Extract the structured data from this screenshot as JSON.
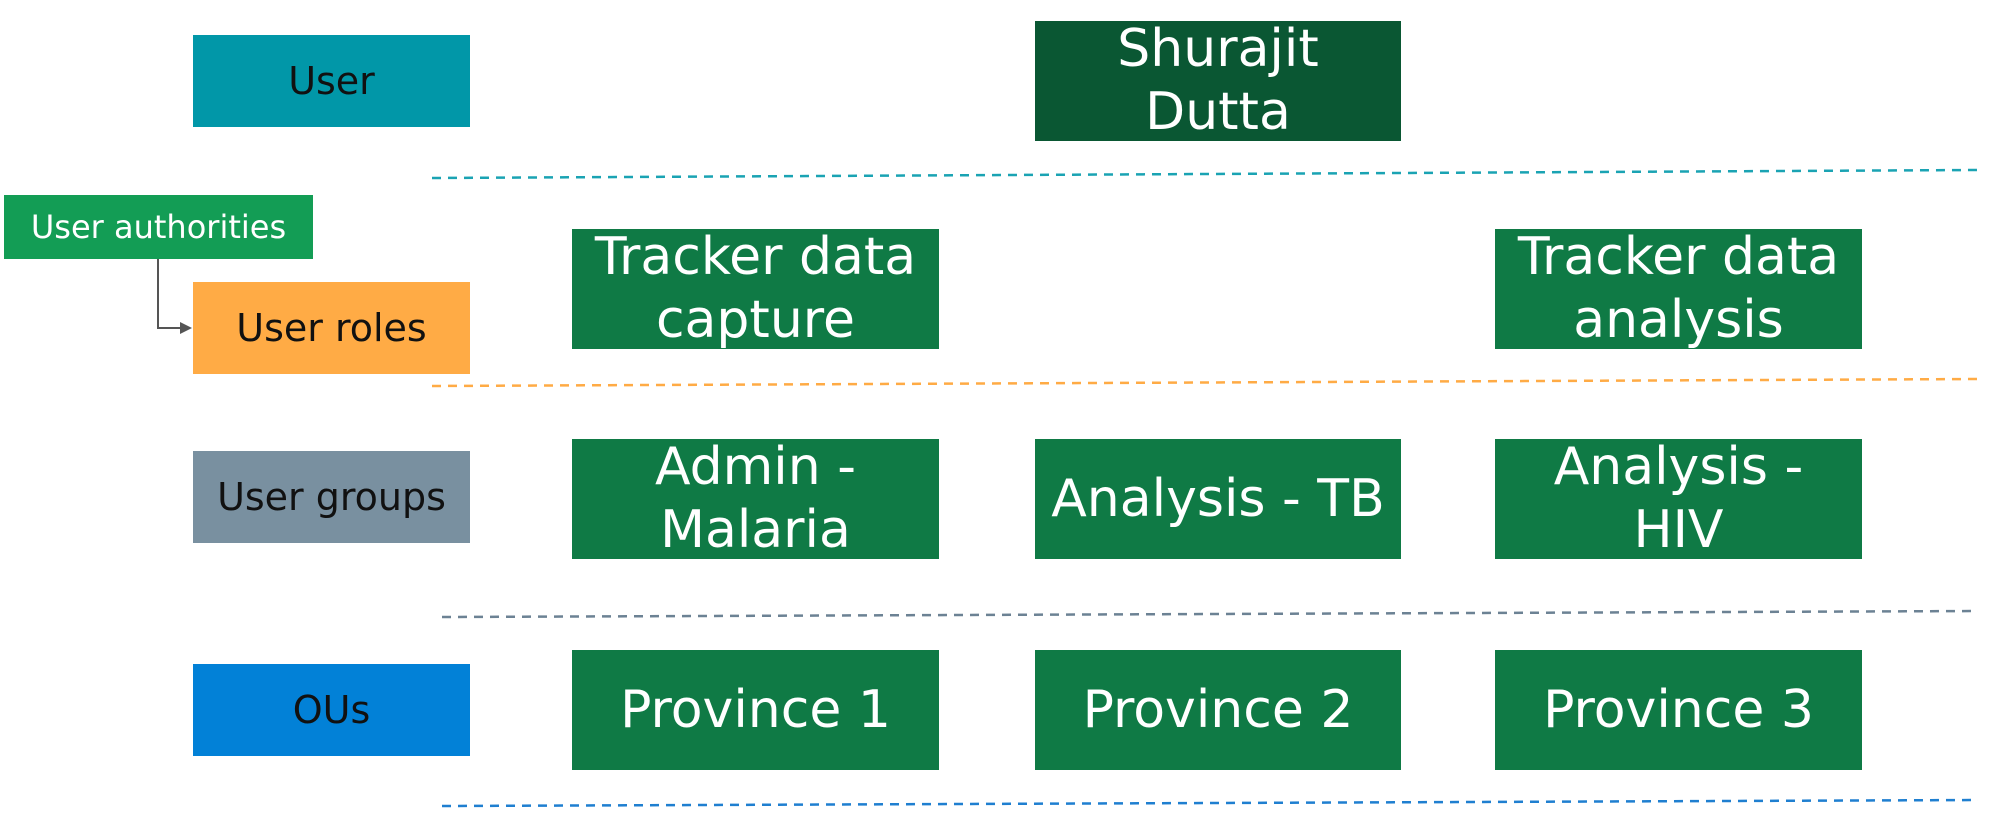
{
  "levels": {
    "user": "User",
    "user_roles": "User roles",
    "user_groups": "User groups",
    "ous": "OUs"
  },
  "authorities": "User authorities",
  "user_name": "Shurajit\nDutta",
  "roles": [
    "Tracker data\ncapture",
    "Tracker data\nanalysis"
  ],
  "groups": [
    "Admin -\nMalaria",
    "Analysis - TB",
    "Analysis -\nHIV"
  ],
  "ous": [
    "Province 1",
    "Province 2",
    "Province 3"
  ],
  "colors": {
    "user": "#0197a8",
    "roles": "#ffab45",
    "groups": "#7990a0",
    "ous": "#0281d7",
    "authorities": "#139d55",
    "node": "#0f7a45",
    "user_node": "#0a5733"
  }
}
